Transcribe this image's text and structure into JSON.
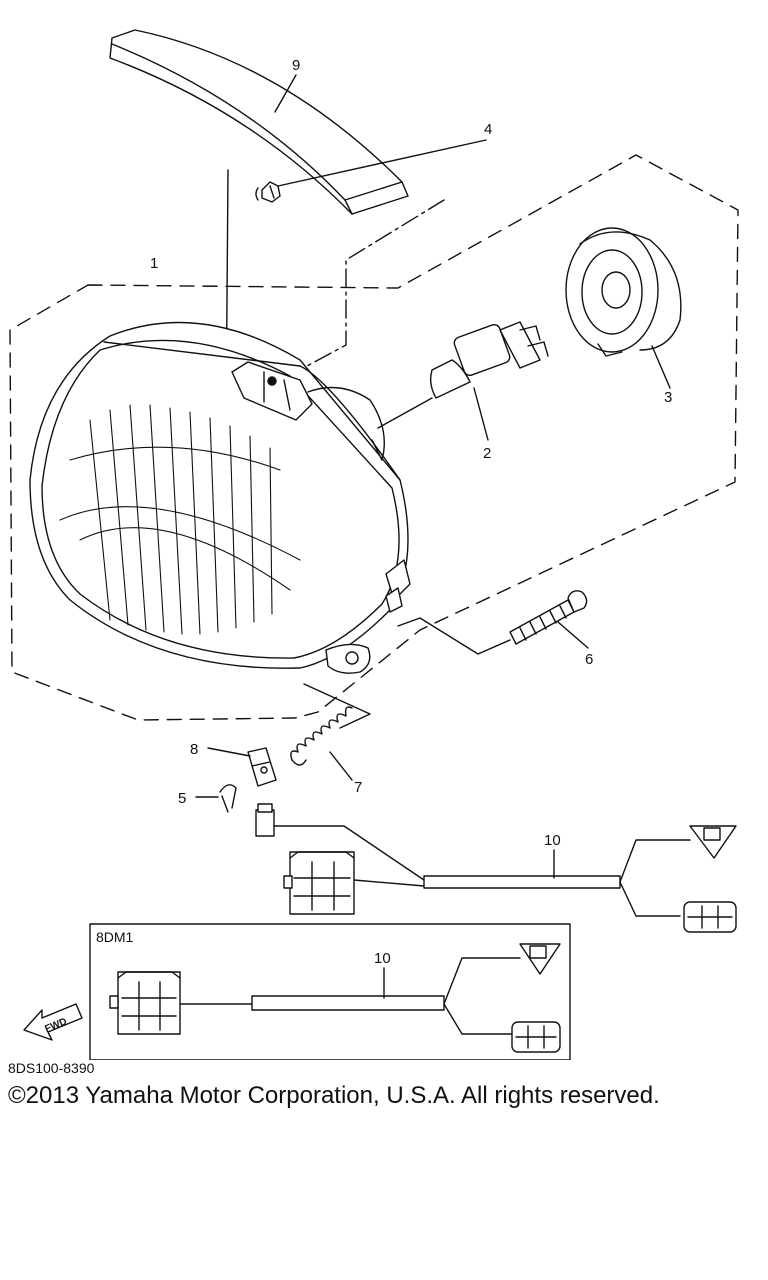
{
  "callouts": {
    "p1": "1",
    "p2": "2",
    "p3": "3",
    "p4": "4",
    "p5": "5",
    "p6": "6",
    "p7": "7",
    "p8": "8",
    "p9": "9",
    "p10": "10",
    "p10b": "10"
  },
  "inset_label": "8DM1",
  "fwd_label": "FWD",
  "drawing_code": "8DS100-8390",
  "copyright": "©2013 Yamaha Motor Corporation, U.S.A. All rights reserved."
}
